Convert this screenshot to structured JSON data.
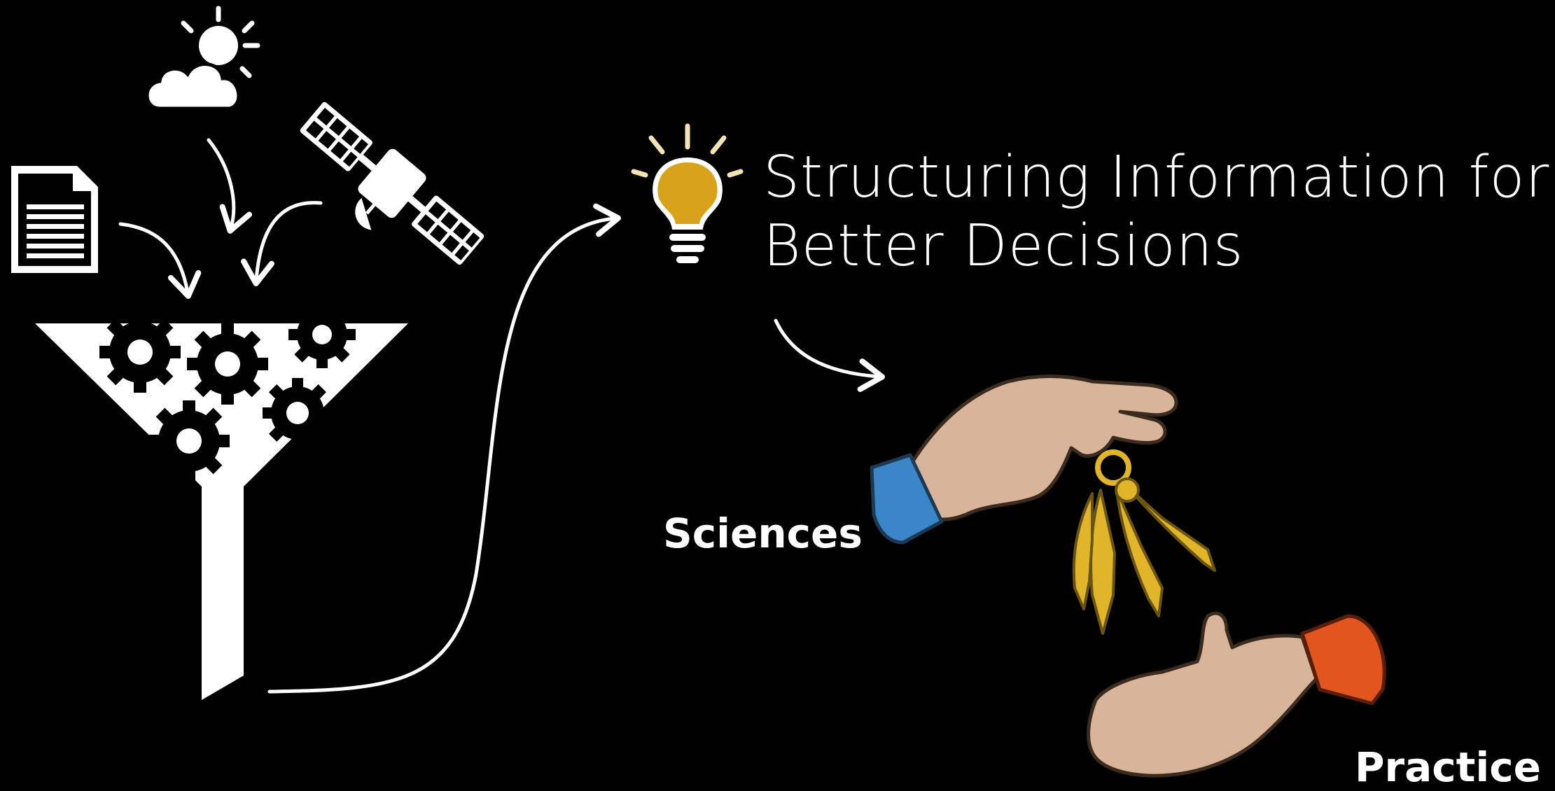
{
  "title": {
    "line1": "Structuring Information for",
    "line2": "Better Decisions"
  },
  "labels": {
    "sciences": "Sciences",
    "practice": "Practice"
  },
  "icons": [
    "weather-icon",
    "document-icon",
    "satellite-icon",
    "funnel-icon",
    "lightbulb-icon",
    "hands-keys-illustration"
  ],
  "colors": {
    "background": "#000000",
    "foreground": "#ffffff",
    "bulb": "#d9a21b",
    "bulb_rays": "#f3e3b5",
    "left_sleeve": "#3a86c8",
    "right_sleeve": "#e2551f",
    "skin": "#d8b49a",
    "keys": "#e0b52a"
  }
}
